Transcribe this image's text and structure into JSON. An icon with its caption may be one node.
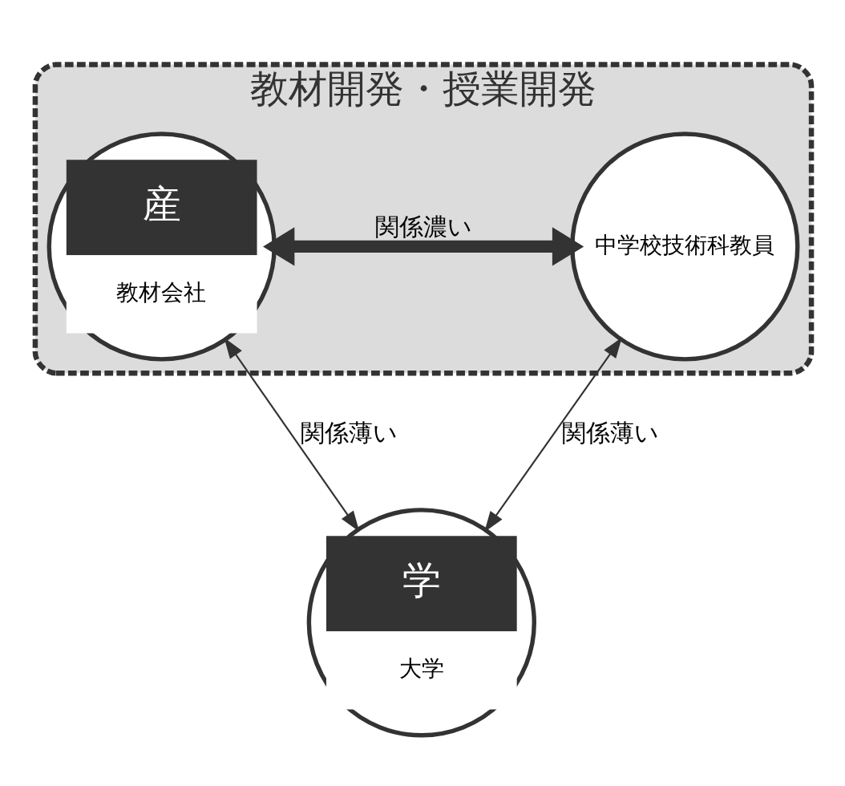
{
  "diagram": {
    "nodes": [
      {
        "text": [
          "教材開発・授業開発"
        ]
      },
      {
        "text": [
          "産",
          "教材会社"
        ],
        "in": 0
      },
      {
        "text": [
          "中学校技術科教員"
        ],
        "in": 0
      },
      {
        "text": [
          "学",
          "大学"
        ]
      }
    ],
    "edges": [
      {
        "from": 1,
        "to": 2,
        "arrow": "both",
        "label": "関係濃い",
        "style": "thick"
      },
      {
        "from": 1,
        "to": 3,
        "arrow": "both",
        "label": "関係薄い"
      },
      {
        "from": 2,
        "to": 3,
        "arrow": "both",
        "label": "関係薄い"
      }
    ]
  }
}
